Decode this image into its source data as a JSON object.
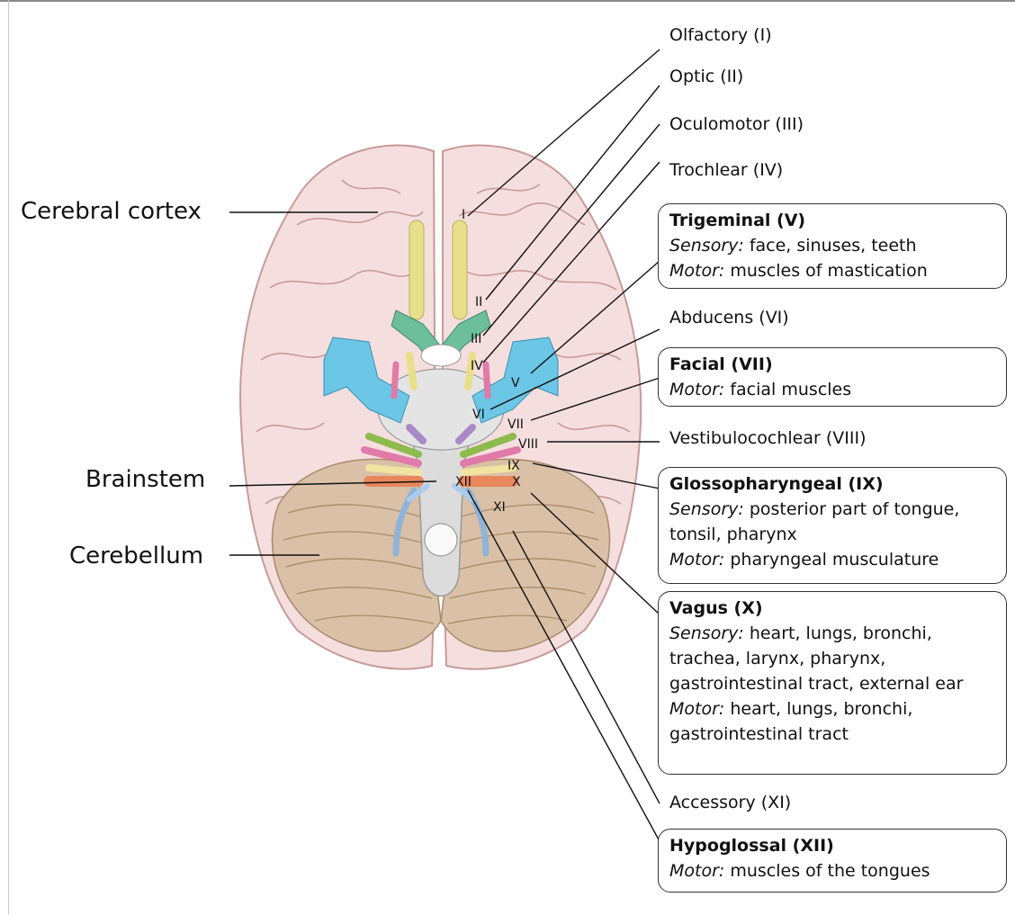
{
  "left_labels": {
    "cortex": "Cerebral cortex",
    "brainstem": "Brainstem",
    "cerebellum": "Cerebellum"
  },
  "nerve_labels": {
    "olfactory": "Olfactory (I)",
    "optic": "Optic (II)",
    "oculomotor": "Oculomotor (III)",
    "trochlear": "Trochlear (IV)",
    "abducens": "Abducens (VI)",
    "vestibulocochlear": "Vestibulocochlear (VIII)",
    "accessory": "Accessory (XI)"
  },
  "boxes": {
    "trigeminal": {
      "title": "Trigeminal (V)",
      "sensory_key": "Sensory:",
      "sensory_val": " face, sinuses, teeth",
      "motor_key": "Motor:",
      "motor_val": " muscles of mastication"
    },
    "facial": {
      "title": "Facial (VII)",
      "motor_key": "Motor:",
      "motor_val": " facial muscles"
    },
    "glossopharyngeal": {
      "title": "Glossopharyngeal (IX)",
      "sensory_key": "Sensory:",
      "sensory_val": " posterior part of tongue,",
      "sensory_line2": "tonsil, pharynx",
      "motor_key": "Motor:",
      "motor_val": " pharyngeal musculature"
    },
    "vagus": {
      "title": "Vagus (X)",
      "sensory_key": "Sensory:",
      "sensory_val": " heart, lungs, bronchi,",
      "sensory_line2": "trachea, larynx, pharynx,",
      "sensory_line3": "gastrointestinal tract, external ear",
      "motor_key": "Motor:",
      "motor_val": " heart, lungs, bronchi,",
      "motor_line2": "gastrointestinal tract"
    },
    "hypoglossal": {
      "title": "Hypoglossal (XII)",
      "motor_key": "Motor:",
      "motor_val": " muscles of the tongues"
    }
  },
  "numerals": [
    "I",
    "II",
    "III",
    "IV",
    "V",
    "VI",
    "VII",
    "VIII",
    "IX",
    "X",
    "XI",
    "XII"
  ],
  "colors": {
    "cortex": "#f5dede",
    "cortex_outline": "#c89a9a",
    "cerebellum": "#d9c0a6",
    "brainstem": "#dcdcdc",
    "olfactory": "#e6e08a",
    "optic": "#6dbf9c",
    "trigeminal": "#6cc6e6",
    "pink_nerve": "#e07aa8",
    "green_nerve": "#8dbb4c",
    "orange_nerve": "#e8865c",
    "purple_nerve": "#a88ac6",
    "blue_nerve": "#8fb3d9"
  }
}
